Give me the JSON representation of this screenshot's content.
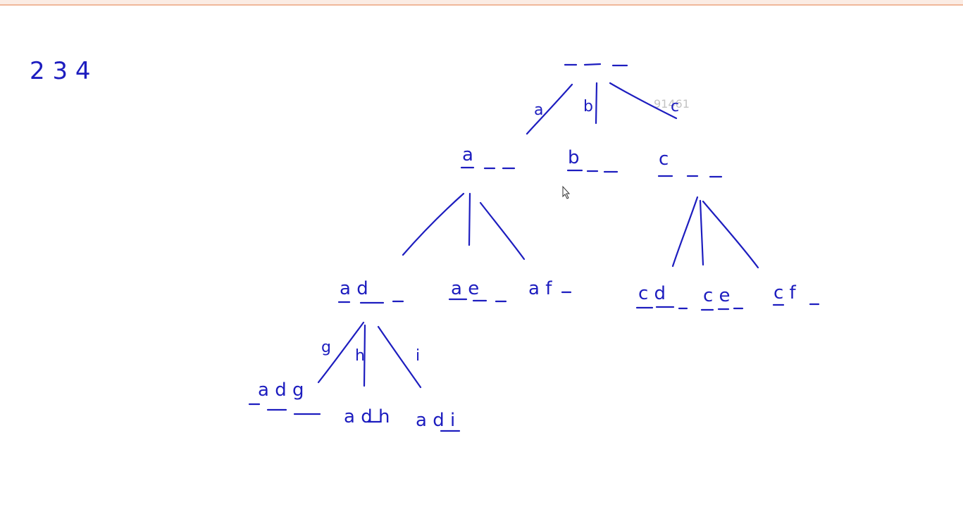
{
  "input_digits": "2 3 4",
  "watermark": "91461",
  "root": {
    "slots": "_ _ _"
  },
  "branch_labels": {
    "root": [
      "a",
      "b",
      "c"
    ],
    "ad": [
      "g",
      "h",
      "i"
    ]
  },
  "level1": [
    {
      "letters": "a"
    },
    {
      "letters": "b"
    },
    {
      "letters": "c"
    }
  ],
  "level2": [
    {
      "letters": "a d"
    },
    {
      "letters": "a e"
    },
    {
      "letters": "a f"
    },
    {
      "letters": "c d"
    },
    {
      "letters": "c e"
    },
    {
      "letters": "c f"
    }
  ],
  "level3": [
    {
      "letters": "a d g"
    },
    {
      "letters": "a d h"
    },
    {
      "letters": "a d i"
    }
  ],
  "colors": {
    "ink": "#1d1dbf",
    "top_rule": "#f0b89a"
  }
}
